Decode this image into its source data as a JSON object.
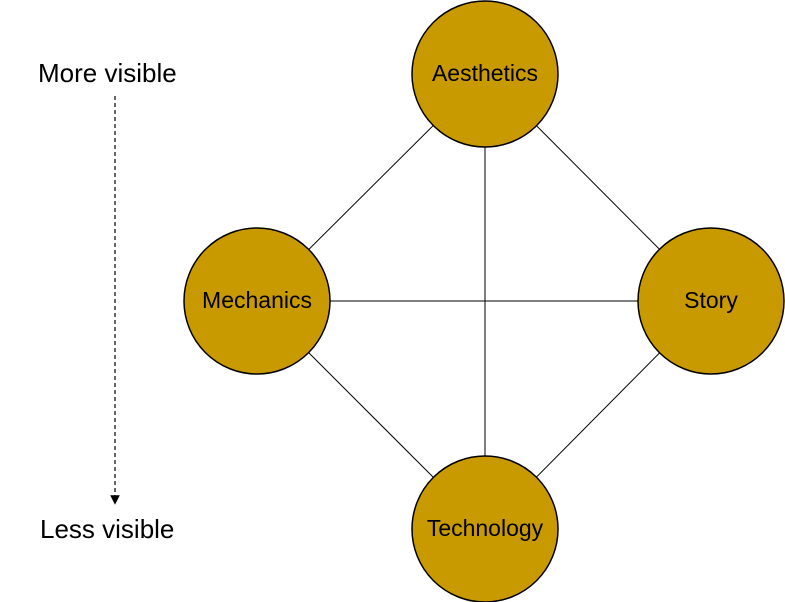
{
  "visibility_scale": {
    "top_label": "More visible",
    "bottom_label": "Less visible"
  },
  "nodes": {
    "aesthetics": "Aesthetics",
    "mechanics": "Mechanics",
    "story": "Story",
    "technology": "Technology"
  },
  "edges": [
    [
      "aesthetics",
      "mechanics"
    ],
    [
      "aesthetics",
      "story"
    ],
    [
      "aesthetics",
      "technology"
    ],
    [
      "mechanics",
      "story"
    ],
    [
      "mechanics",
      "technology"
    ],
    [
      "story",
      "technology"
    ]
  ],
  "colors": {
    "node_fill": "#c99a00",
    "node_stroke": "#000000",
    "edge": "#000000",
    "text": "#000000"
  }
}
